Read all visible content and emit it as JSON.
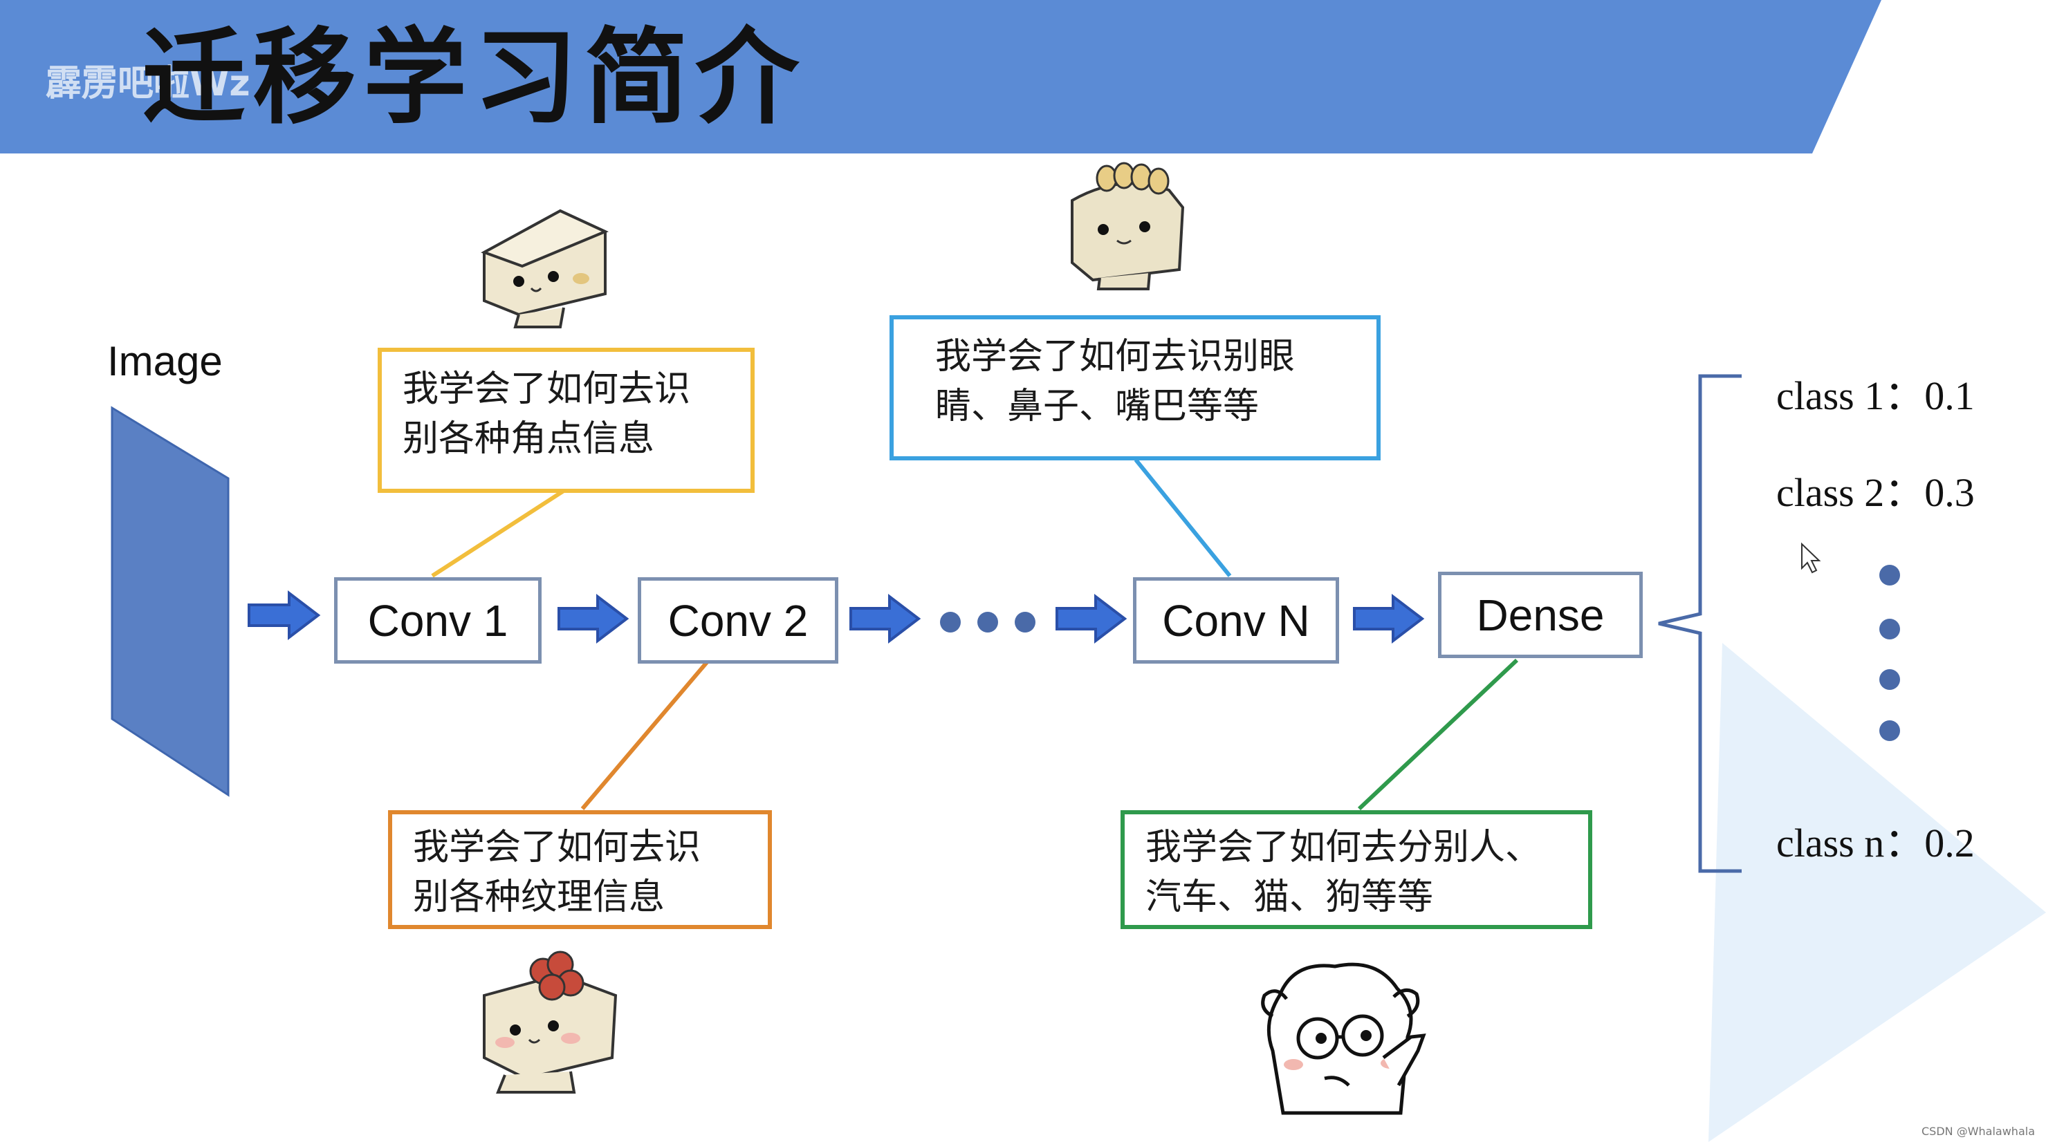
{
  "slide": {
    "title": "迁移学习简介",
    "watermark": "霹雳吧啦Wz",
    "image_label": "Image",
    "credit": "CSDN @Whalawhala"
  },
  "pipeline": {
    "conv1": "Conv 1",
    "conv2": "Conv 2",
    "convN": "Conv N",
    "dense": "Dense"
  },
  "notes": {
    "conv1": {
      "line1": "我学会了如何去识",
      "line2": "别各种角点信息",
      "color": "#f2be3c"
    },
    "conv2": {
      "line1": "我学会了如何去识",
      "line2": "别各种纹理信息",
      "color": "#e0872e"
    },
    "convN": {
      "line1": "我学会了如何去识别眼",
      "line2": "睛、鼻子、嘴巴等等",
      "color": "#3aa1e0"
    },
    "dense": {
      "line1": "我学会了如何去分别人、",
      "line2": "汽车、猫、狗等等",
      "color": "#2f9a4c"
    }
  },
  "classes": [
    {
      "label": "class 1：0.1"
    },
    {
      "label": "class 2：0.3"
    },
    {
      "label": "class n：0.2"
    }
  ],
  "colors": {
    "header_band": "#5b8bd5",
    "image_plane": "#5a80c4",
    "arrow": "#3a6fd6",
    "dots": "#4a6aa8",
    "node_border": "#7c90b0",
    "bracket": "#4a6aa8",
    "light_triangle": "#e6f1fb"
  }
}
